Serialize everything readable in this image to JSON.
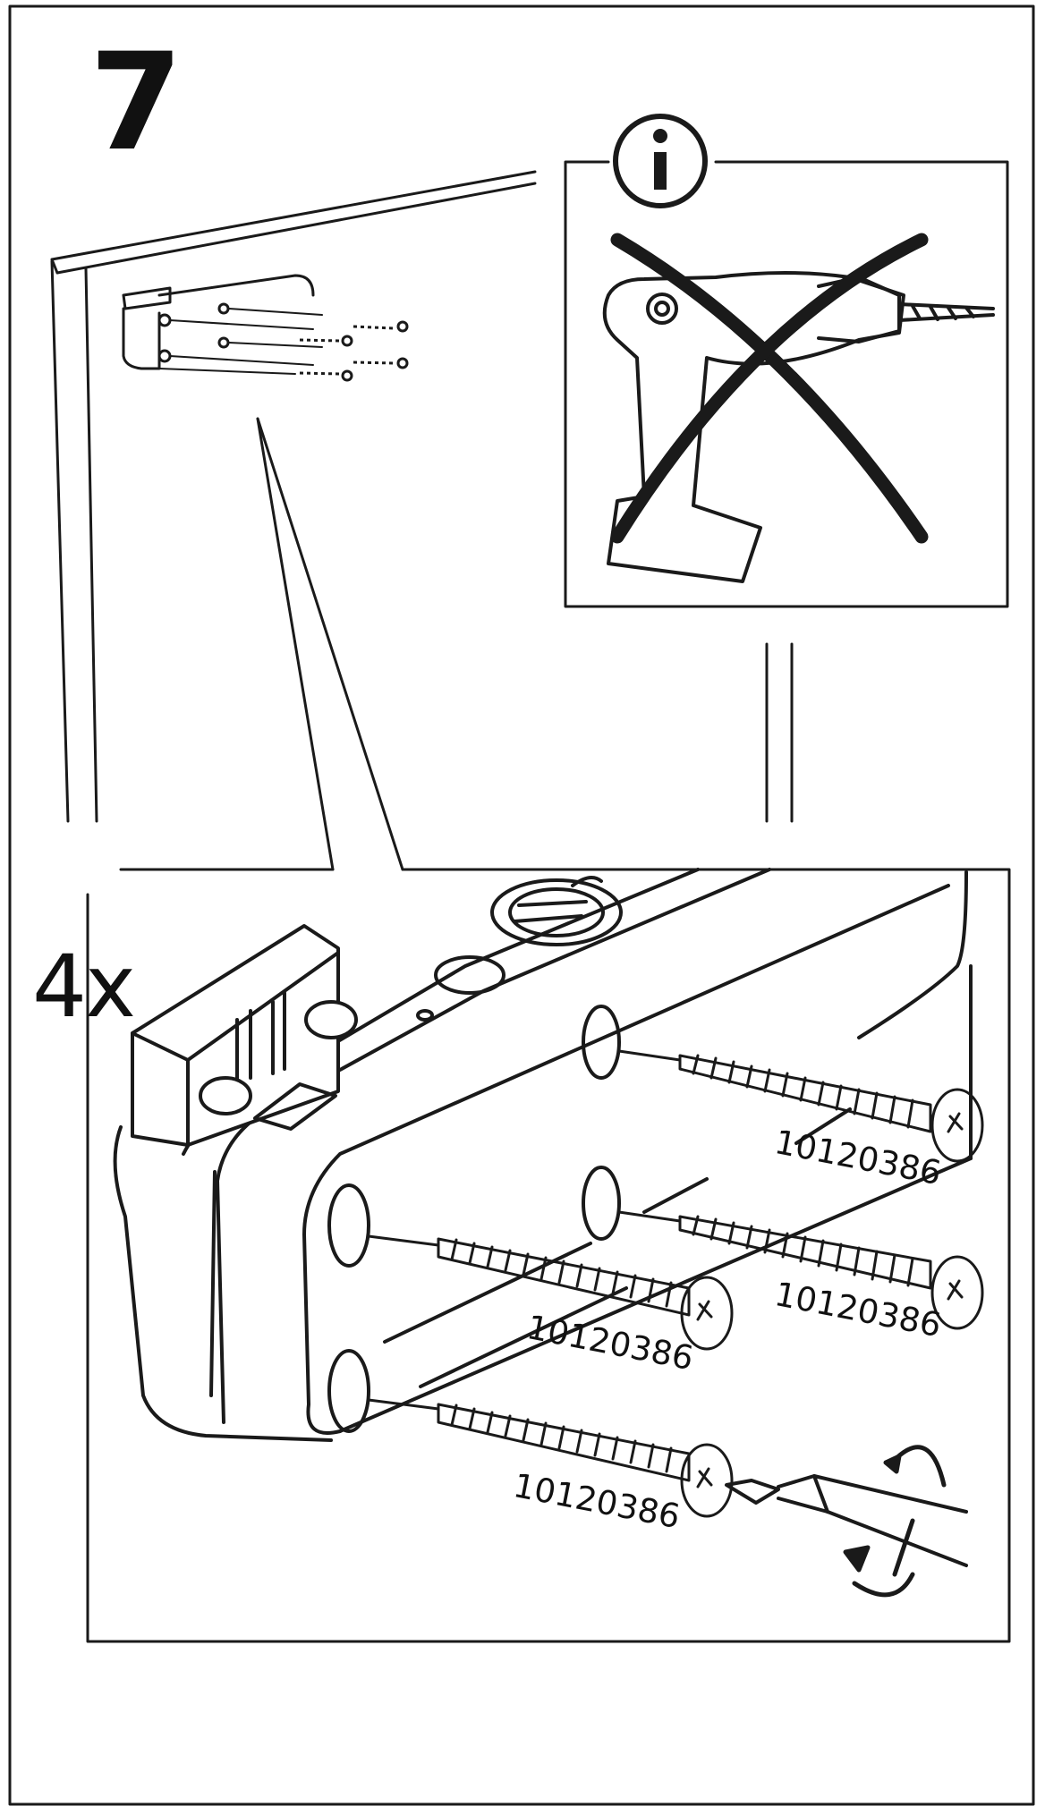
{
  "step": {
    "number": "7"
  },
  "info_panel": {
    "icon": "info-icon",
    "prohibited_tool": "power-drill-icon",
    "marker": "cross-out-icon"
  },
  "detail": {
    "quantity": "4x",
    "screws": [
      {
        "part_number": "10120386"
      },
      {
        "part_number": "10120386"
      },
      {
        "part_number": "10120386"
      },
      {
        "part_number": "10120386"
      }
    ],
    "tool": "screwdriver-icon",
    "rotation": "clockwise-arrow-icon"
  }
}
